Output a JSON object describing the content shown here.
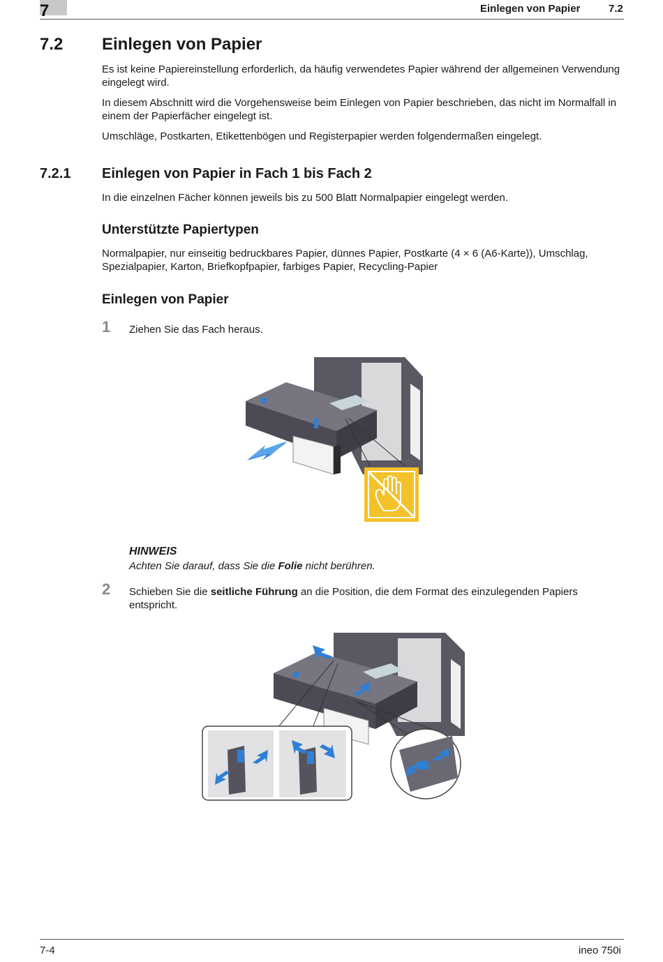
{
  "header": {
    "chapter": "7",
    "title": "Einlegen von Papier",
    "section": "7.2"
  },
  "section": {
    "number": "7.2",
    "title": "Einlegen von Papier",
    "paragraphs": [
      "Es ist keine Papiereinstellung erforderlich, da häufig verwendetes Papier während der allgemeinen Verwendung eingelegt wird.",
      "In diesem Abschnitt wird die Vorgehensweise beim Einlegen von Papier beschrieben, das nicht im Normalfall in einem der Papierfächer eingelegt ist.",
      "Umschläge, Postkarten, Etikettenbögen und Registerpapier werden folgendermaßen eingelegt."
    ]
  },
  "subsection": {
    "number": "7.2.1",
    "title": "Einlegen von Papier in Fach 1 bis Fach 2",
    "intro": "In die einzelnen Fächer können jeweils bis zu 500 Blatt Normalpapier eingelegt werden."
  },
  "paper_types": {
    "heading": "Unterstützte Papiertypen",
    "text": "Normalpapier, nur einseitig bedruckbares Papier, dünnes Papier, Postkarte (4 × 6 (A6-Karte)), Umschlag, Spezialpapier, Karton, Briefkopfpapier, farbiges Papier, Recycling-Papier"
  },
  "loading": {
    "heading": "Einlegen von Papier",
    "steps": [
      {
        "number": "1",
        "text": "Ziehen Sie das Fach heraus."
      },
      {
        "number": "2",
        "text_before": "Schieben Sie die ",
        "text_bold": "seitliche Führung",
        "text_after": " an die Position, die dem Format des einzulegenden Papiers entspricht."
      }
    ],
    "note": {
      "title": "HINWEIS",
      "text_before": "Achten Sie darauf, dass Sie die ",
      "text_bold": "Folie",
      "text_after": " nicht berühren."
    }
  },
  "footer": {
    "page": "7-4",
    "model": "ineo 750i"
  },
  "colors": {
    "tray_dark": "#55535e",
    "tray_light": "#d4d4d8",
    "accent_blue": "#2e7fd6",
    "warning_yellow": "#f3c22a"
  }
}
